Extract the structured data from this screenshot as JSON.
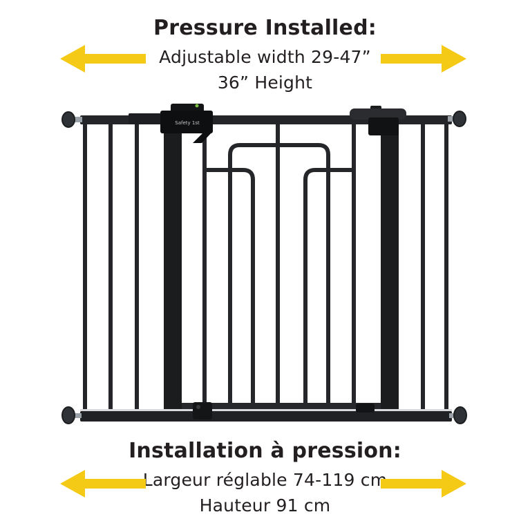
{
  "top_banner": {
    "title": "Pressure Installed:",
    "line1": "Adjustable width 29-47”",
    "line2": "36” Height"
  },
  "bottom_banner": {
    "title": "Installation à pression:",
    "line1": "Largeur réglable 74-119 cm",
    "line2": "Hauteur 91 cm"
  },
  "specs": {
    "adjustable_width_in": "29-47",
    "height_in": "36",
    "largeur_reglable_cm": "74-119",
    "hauteur_cm": "91"
  },
  "gate": {
    "brand": "Safety 1st"
  },
  "icons": {
    "left_arrow": "arrow-left",
    "right_arrow": "arrow-right",
    "indicator": "green-dot"
  },
  "colors": {
    "background": "#FFFFFF",
    "text": "#231F20",
    "arrow_yellow": "#F5CA16",
    "gate_metal": "#232528",
    "gate_post": "#1A1C1E",
    "gate_housing": "#0E0F10",
    "rail_highlight": "#D8DADC",
    "rod_metal": "#9BA1A8",
    "indicator_green": "#7AC143",
    "brand_text": "#C3C7CA"
  }
}
